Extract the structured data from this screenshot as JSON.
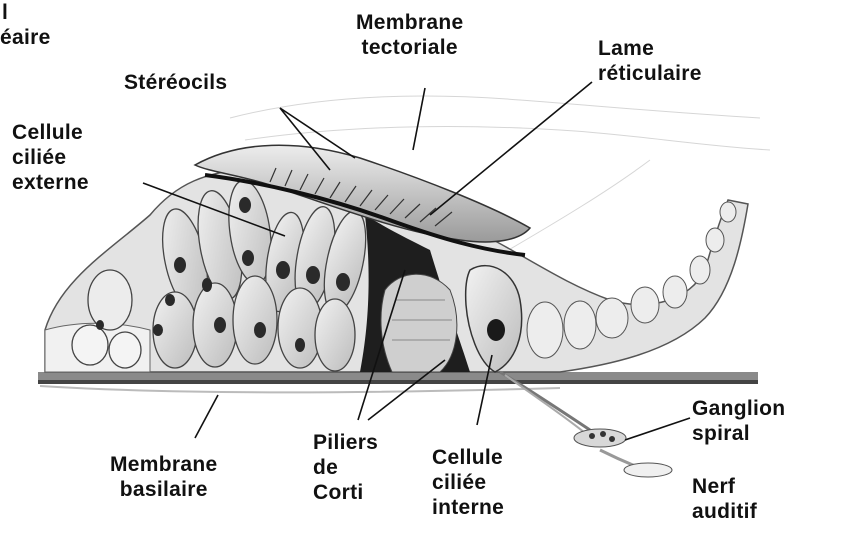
{
  "labels": {
    "cut_top_left": {
      "line1": "l",
      "line2": "éaire"
    },
    "membrane_tectoriale": {
      "line1": "Membrane",
      "line2": "tectoriale"
    },
    "lame_reticulaire": {
      "line1": "Lame",
      "line2": "réticulaire"
    },
    "stereocils": {
      "line1": "Stéréocils"
    },
    "cellule_ciliee_externe": {
      "line1": "Cellule",
      "line2": "ciliée",
      "line3": "externe"
    },
    "membrane_basilaire": {
      "line1": "Membrane",
      "line2": "basilaire"
    },
    "piliers_de_corti": {
      "line1": "Piliers",
      "line2": "de",
      "line3": "Corti"
    },
    "cellule_ciliee_interne": {
      "line1": "Cellule",
      "line2": "ciliée",
      "line3": "interne"
    },
    "ganglion_spiral": {
      "line1": "Ganglion",
      "line2": "spiral"
    },
    "nerf_auditif": {
      "line1": "Nerf",
      "line2": "auditif"
    }
  },
  "colors": {
    "ink": "#111111",
    "shade": "#bdbdbd",
    "light": "#e6e6e6"
  }
}
